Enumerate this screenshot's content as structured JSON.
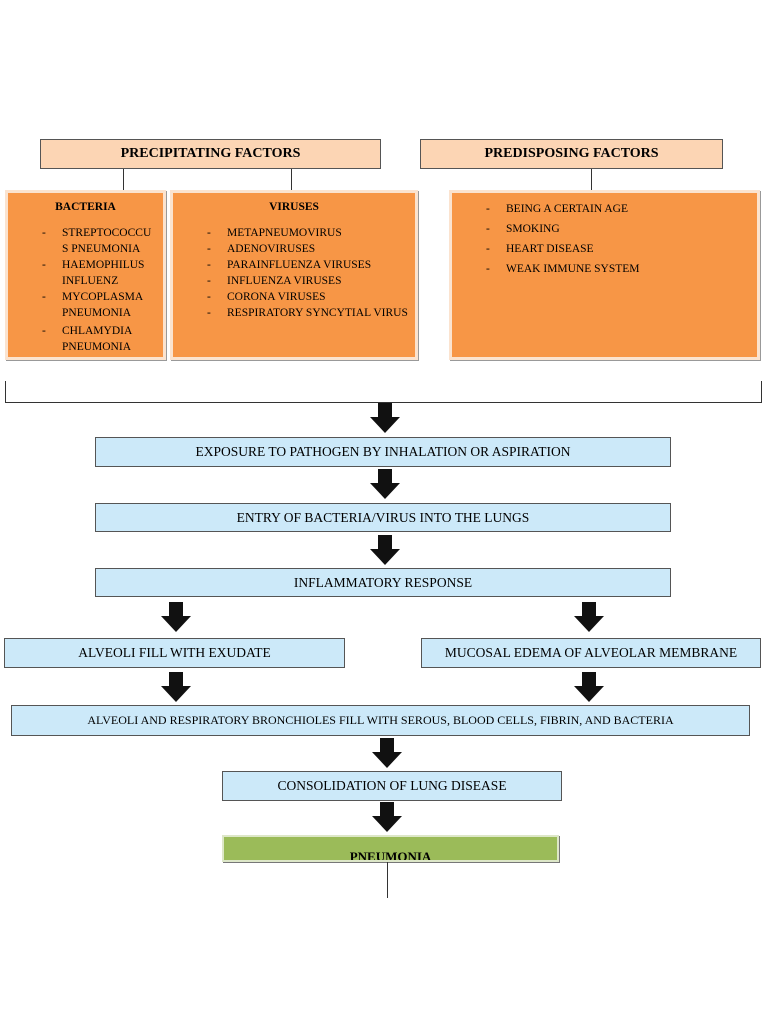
{
  "headers": {
    "precipitating": "PRECIPITATING FACTORS",
    "predisposing": "PREDISPOSING FACTORS"
  },
  "bacteria": {
    "title": "BACTERIA",
    "items": [
      "STREPTOCOCCU S PNEUMONIA",
      "HAEMOPHILUS INFLUENZ",
      "MYCOPLASMA PNEUMONIA",
      "CHLAMYDIA PNEUMONIA"
    ]
  },
  "viruses": {
    "title": "VIRUSES",
    "items": [
      "METAPNEUMOVIRUS",
      "ADENOVIRUSES",
      "PARAINFLUENZA VIRUSES",
      "INFLUENZA VIRUSES",
      "CORONA VIRUSES",
      "RESPIRATORY SYNCYTIAL VIRUS"
    ]
  },
  "predisposing_list": {
    "items": [
      "BEING A CERTAIN AGE",
      "SMOKING",
      "HEART  DISEASE",
      "WEAK IMMUNE SYSTEM"
    ]
  },
  "flow": {
    "exposure": "EXPOSURE TO PATHOGEN BY INHALATION OR ASPIRATION",
    "entry": "ENTRY OF BACTERIA/VIRUS INTO THE LUNGS",
    "inflammatory": "INFLAMMATORY RESPONSE",
    "alveoli_fill": "ALVEOLI FILL WITH EXUDATE",
    "mucosal_edema": "MUCOSAL EDEMA OF ALVEOLAR MEMBRANE",
    "bronchioles": "ALVEOLI AND RESPIRATORY BRONCHIOLES FILL WITH SEROUS, BLOOD CELLS, FIBRIN, AND BACTERIA",
    "consolidation": "CONSOLIDATION OF LUNG DISEASE",
    "pneumonia": "PNEUMONIA"
  },
  "colors": {
    "header_fill": "#fcd5b4",
    "factor_fill": "#f79646",
    "step_fill": "#cce9f9",
    "result_fill": "#9bbb59",
    "arrow_fill": "#111111"
  }
}
